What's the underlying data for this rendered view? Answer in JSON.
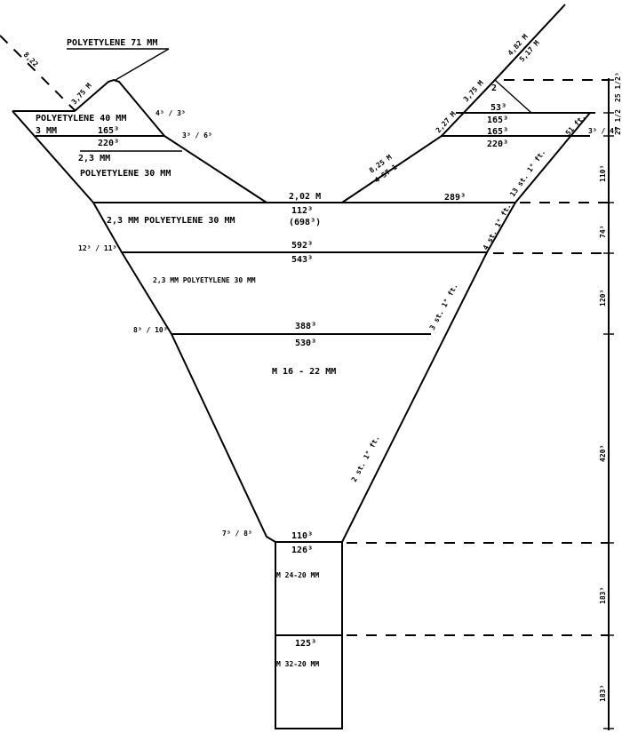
{
  "labels": {
    "poly71": "POLYETYLENE 71 MM",
    "poly40": "POLYETYLENE 40 MM",
    "mm3": "3 MM",
    "l165a": "165³",
    "l220a": "220³",
    "mm23": "2,3 MM",
    "poly30a": "POLYETYLENE 30 MM",
    "m375a": "3,75 M",
    "d822": "8,22",
    "f4_3": "4³ / 3³",
    "f3_6": "3³ / 6³",
    "m202": "2,02 M",
    "l112": "112³",
    "l698": "(698³)",
    "poly30b": "2,3 MM  POLYETYLENE 30 MM",
    "f12_11": "12³ / 11³",
    "l592": "592³",
    "l543": "543³",
    "poly30c": "2,3 MM  POLYETYLENE 30 MM",
    "f8_10": "8³ / 10³",
    "l388": "388³",
    "l530": "530³",
    "m1622": "M 16 - 22 MM",
    "f7_8": "7³ / 8³",
    "l110": "110³",
    "l126": "126³",
    "m2420": "M 24-20 MM",
    "l125": "125³",
    "m3220": "M 32-20 MM",
    "m825": "8,25 M",
    "st451": "4 ST 1",
    "m227": "2,27 M",
    "m375b": "3,75 M",
    "m482": "4,82 M",
    "m517": "5,17 M",
    "two": "2",
    "l53": "53³",
    "l165b": "165³",
    "l165c": "165³",
    "l220b": "220³",
    "l289": "289³",
    "st51": "51 ft.",
    "f3_4": "3³ / 4³",
    "st13": "13 st. 1° ft.",
    "st4": "4 st. 1° ft.",
    "st3": "3 st. 1° ft.",
    "st2": "2 st. 1° ft.",
    "dim27": "27 1/2",
    "dim25": "25 1/2³",
    "dim110": "110³",
    "dim74": "74³",
    "dim120": "120³",
    "dim420": "420³",
    "dim183a": "183³",
    "dim183b": "183³"
  }
}
